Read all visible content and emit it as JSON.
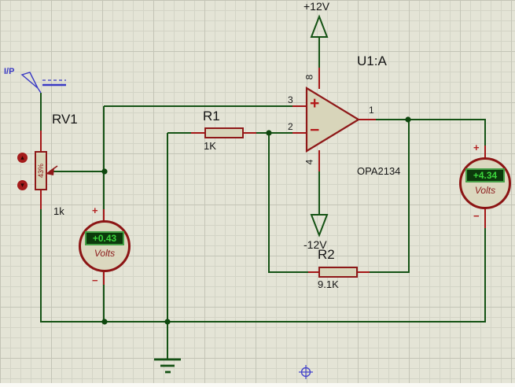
{
  "colors": {
    "wire_green": "#145214",
    "pin_red": "#a31515",
    "component_outline": "#8e1818",
    "component_fill": "#d8d5ba",
    "lcd_bg": "#0c3a0c",
    "lcd_text": "#3cd63c",
    "terminal_blue": "#3a3ac4",
    "canvas_bg": "#e4e4d6"
  },
  "input_terminal": {
    "label": "I/P"
  },
  "potentiometer": {
    "ref": "RV1",
    "value": "1k",
    "wiper_percent": "43%",
    "up_icon": "▴",
    "down_icon": "▾"
  },
  "resistor_r1": {
    "ref": "R1",
    "value": "1K"
  },
  "resistor_r2": {
    "ref": "R2",
    "value": "9.1K"
  },
  "opamp": {
    "ref": "U1:A",
    "part": "OPA2134",
    "plus_sign": "+",
    "minus_sign": "−",
    "pin_output": "1",
    "pin_noninverting": "3",
    "pin_inverting": "2",
    "pin_vplus": "8",
    "pin_vminus": "4"
  },
  "power": {
    "positive_rail": "+12V",
    "negative_rail": "-12V"
  },
  "voltmeter_input": {
    "reading": "+0.43",
    "unit": "Volts",
    "plus": "+",
    "minus": "−"
  },
  "voltmeter_output": {
    "reading": "+4.34",
    "unit": "Volts",
    "plus": "+",
    "minus": "−"
  }
}
